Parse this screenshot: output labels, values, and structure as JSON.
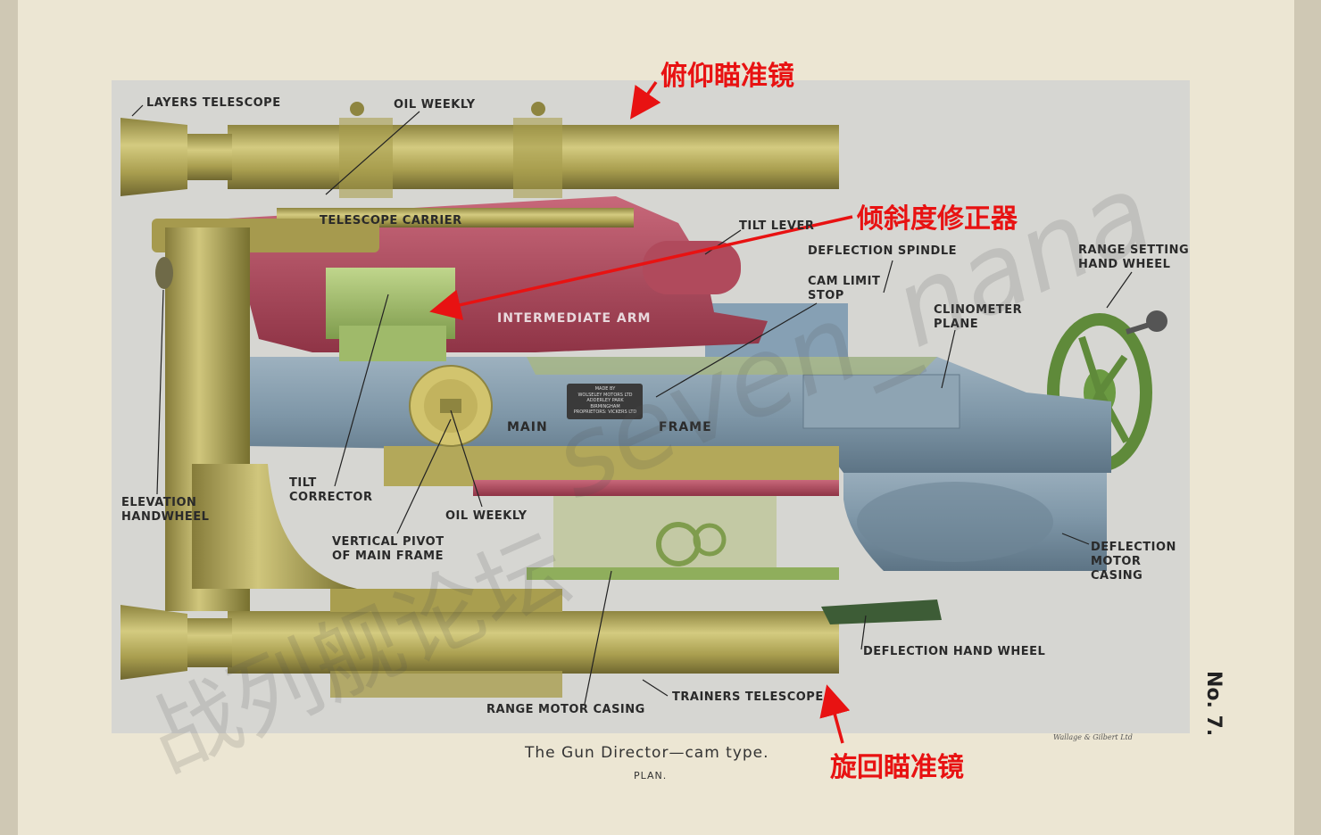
{
  "labels": {
    "layers_telescope": "LAYERS TELESCOPE",
    "oil_weekly_top": "OIL WEEKLY",
    "telescope_carrier": "TELESCOPE CARRIER",
    "tilt_lever": "TILT LEVER",
    "deflection_spindle": "DEFLECTION SPINDLE",
    "cam_limit_stop": "CAM LIMIT\nSTOP",
    "clinometer_plane": "CLINOMETER\nPLANE",
    "range_setting_hand_wheel": "RANGE SETTING\nHAND WHEEL",
    "intermediate_arm": "INTERMEDIATE ARM",
    "main": "MAIN",
    "frame": "FRAME",
    "elevation_handwheel": "ELEVATION\nHANDWHEEL",
    "tilt_corrector": "TILT\nCORRECTOR",
    "oil_weekly_bottom": "OIL WEEKLY",
    "vertical_pivot": "VERTICAL PIVOT\nOF MAIN FRAME",
    "deflection_motor_casing": "DEFLECTION\nMOTOR\nCASING",
    "deflection_hand_wheel": "DEFLECTION HAND WHEEL",
    "trainers_telescope": "TRAINERS TELESCOPE",
    "range_motor_casing": "RANGE MOTOR CASING"
  },
  "nameplate": [
    "MADE BY",
    "WOLSELEY MOTORS LTD",
    "ADDERLEY PARK",
    "BIRMINGHAM",
    "PROPRIETORS: VICKERS LTD"
  ],
  "annotations_cn": {
    "elevation_scope": "俯仰瞄准镜",
    "tilt_corrector": "倾斜度修正器",
    "training_scope": "旋回瞄准镜"
  },
  "caption": "The Gun Director—cam type.",
  "subcaption": "PLAN.",
  "printer": "Wallage & Gilbert Ltd",
  "plate_number": "No. 7.",
  "watermark": [
    "seven_nana",
    "战列舰论坛"
  ],
  "colors": {
    "brass": "#b3a85a",
    "red_arm": "#b04a5c",
    "green_parts": "#9fba6a",
    "blue_frame": "#7f97a8",
    "annotation": "#e81212"
  }
}
